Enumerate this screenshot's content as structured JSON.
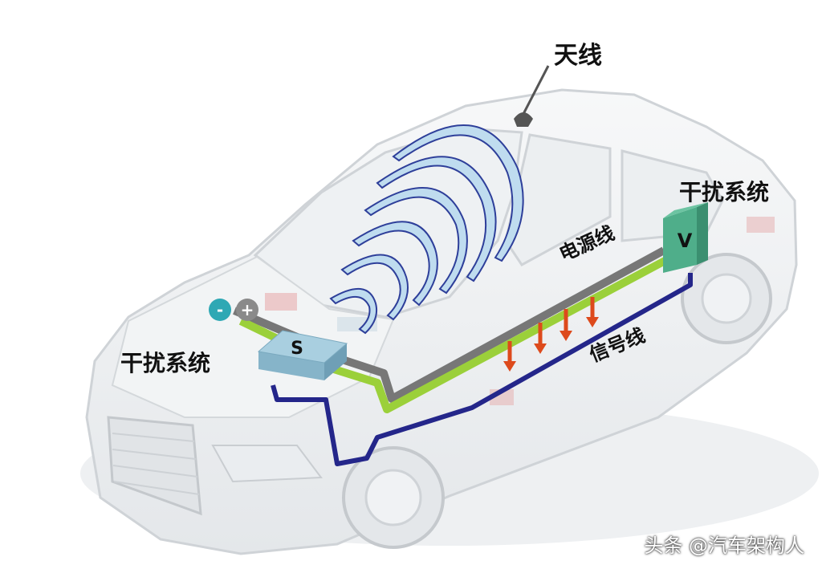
{
  "labels": {
    "antenna": "天线",
    "interference_right": "干扰系统",
    "interference_left": "干扰系统",
    "power_line": "电源线",
    "signal_line": "信号线"
  },
  "boxes": {
    "source": "S",
    "victim": "V"
  },
  "terminals": {
    "negative": "-",
    "positive": "+"
  },
  "watermark": "头条 @汽车架构人",
  "colors": {
    "power_line": "#9bd03a",
    "ground_line": "#777777",
    "signal_line": "#24268a",
    "waves": "#2e3f9a",
    "arrows": "#dd4a1c",
    "box_s": "#a9cfe0",
    "box_v": "#4fae8a",
    "terminal_negative": "#2ea8b4",
    "terminal_positive": "#8a8a8a"
  }
}
